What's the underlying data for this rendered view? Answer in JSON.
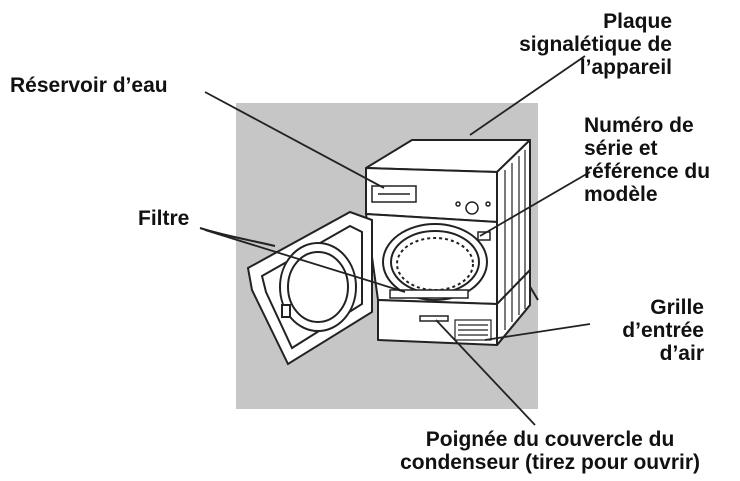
{
  "labels": {
    "rating_plate": [
      "Plaque",
      "signalétique de",
      "l’appareil"
    ],
    "water_tank": [
      "Réservoir d’eau"
    ],
    "serial_number": [
      "Numéro de",
      "série et",
      "référence du",
      "modèle"
    ],
    "filter": [
      "Filtre"
    ],
    "air_intake": [
      "Grille",
      "d’entrée",
      "d’air"
    ],
    "condenser_handle": [
      "Poignée du couvercle du",
      "condenseur (tirez pour ouvrir)"
    ]
  },
  "colors": {
    "background_frame": "#c6c6c6",
    "appliance_fill": "#ffffff",
    "outline": "#222222",
    "text": "#111111"
  }
}
